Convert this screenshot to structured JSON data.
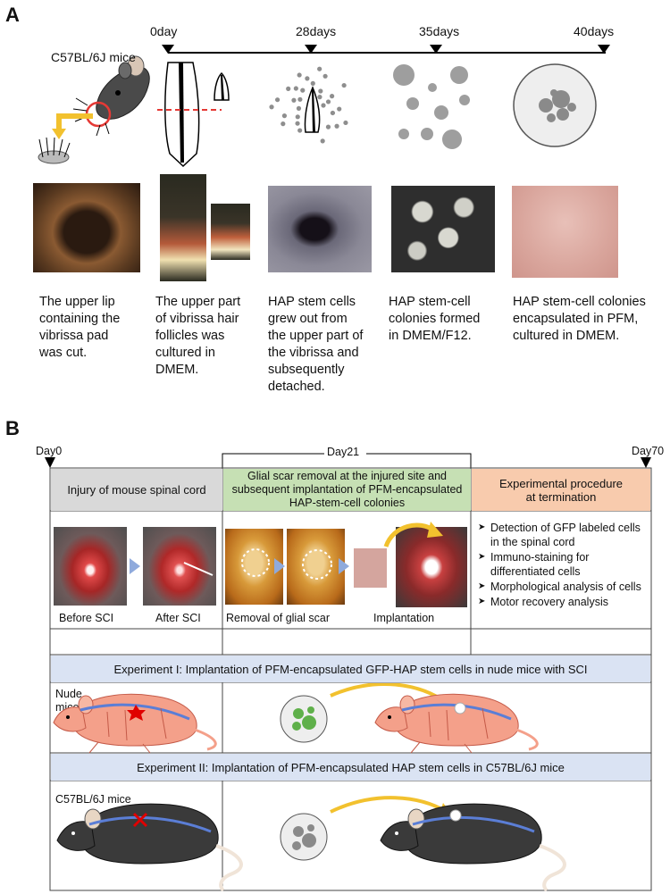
{
  "panel_a": {
    "letter": "A",
    "mouse_strain": "C57BL/6J mice",
    "timeline": [
      "0day",
      "28days",
      "35days",
      "40days"
    ],
    "captions": [
      [
        "The upper lip",
        "containing the",
        "vibrissa pad",
        "was cut."
      ],
      [
        "The upper part",
        "of vibrissa hair",
        "follicles was",
        "cultured in",
        "DMEM."
      ],
      [
        "HAP stem cells",
        "grew out from",
        "the upper part of",
        "the vibrissa and",
        "subsequently",
        "detached."
      ],
      [
        "HAP stem-cell",
        "colonies formed",
        "in DMEM/F12."
      ],
      [
        "HAP stem-cell colonies",
        "encapsulated in PFM,",
        "cultured in DMEM."
      ]
    ]
  },
  "panel_b": {
    "letter": "B",
    "timeline": {
      "start": "Day0",
      "middle": "Day21",
      "end": "Day70"
    },
    "phase1": "Injury  of mouse spinal cord",
    "phase2": "Glial scar removal at  the injured site and subsequent implantation of PFM-encapsulated HAP-stem-cell colonies",
    "phase3_line1": "Experimental procedure",
    "phase3_line2": "at termination",
    "photo_labels": [
      "Before SCI",
      "After SCI",
      "Removal of glial scar",
      "Implantation"
    ],
    "termination_items": [
      "Detection of GFP labeled cells in the spinal cord",
      "Immuno-staining  for differentiated cells",
      "Morphological analysis of cells",
      "Motor recovery analysis"
    ],
    "experiment1": "Experiment I:  Implantation  of PFM-encapsulated GFP-HAP stem cells in nude mice with SCI",
    "experiment2": "Experiment II:  Implantation  of PFM-encapsulated HAP stem cells in C57BL/6J mice",
    "nude_label_1": "Nude",
    "nude_label_2": "mice",
    "c57_label": "C57BL/6J mice"
  },
  "colors": {
    "phase1_bg": "#d9d9d9",
    "phase2_bg": "#c6e0b4",
    "phase3_bg": "#f8cbad",
    "experiment_bg": "#dae3f3",
    "nude_mouse": "#f4a08a",
    "black_mouse": "#3a3a3a",
    "spine": "#5b7ed6",
    "injury": "#e00000",
    "arrow_yellow": "#f2c12e"
  }
}
